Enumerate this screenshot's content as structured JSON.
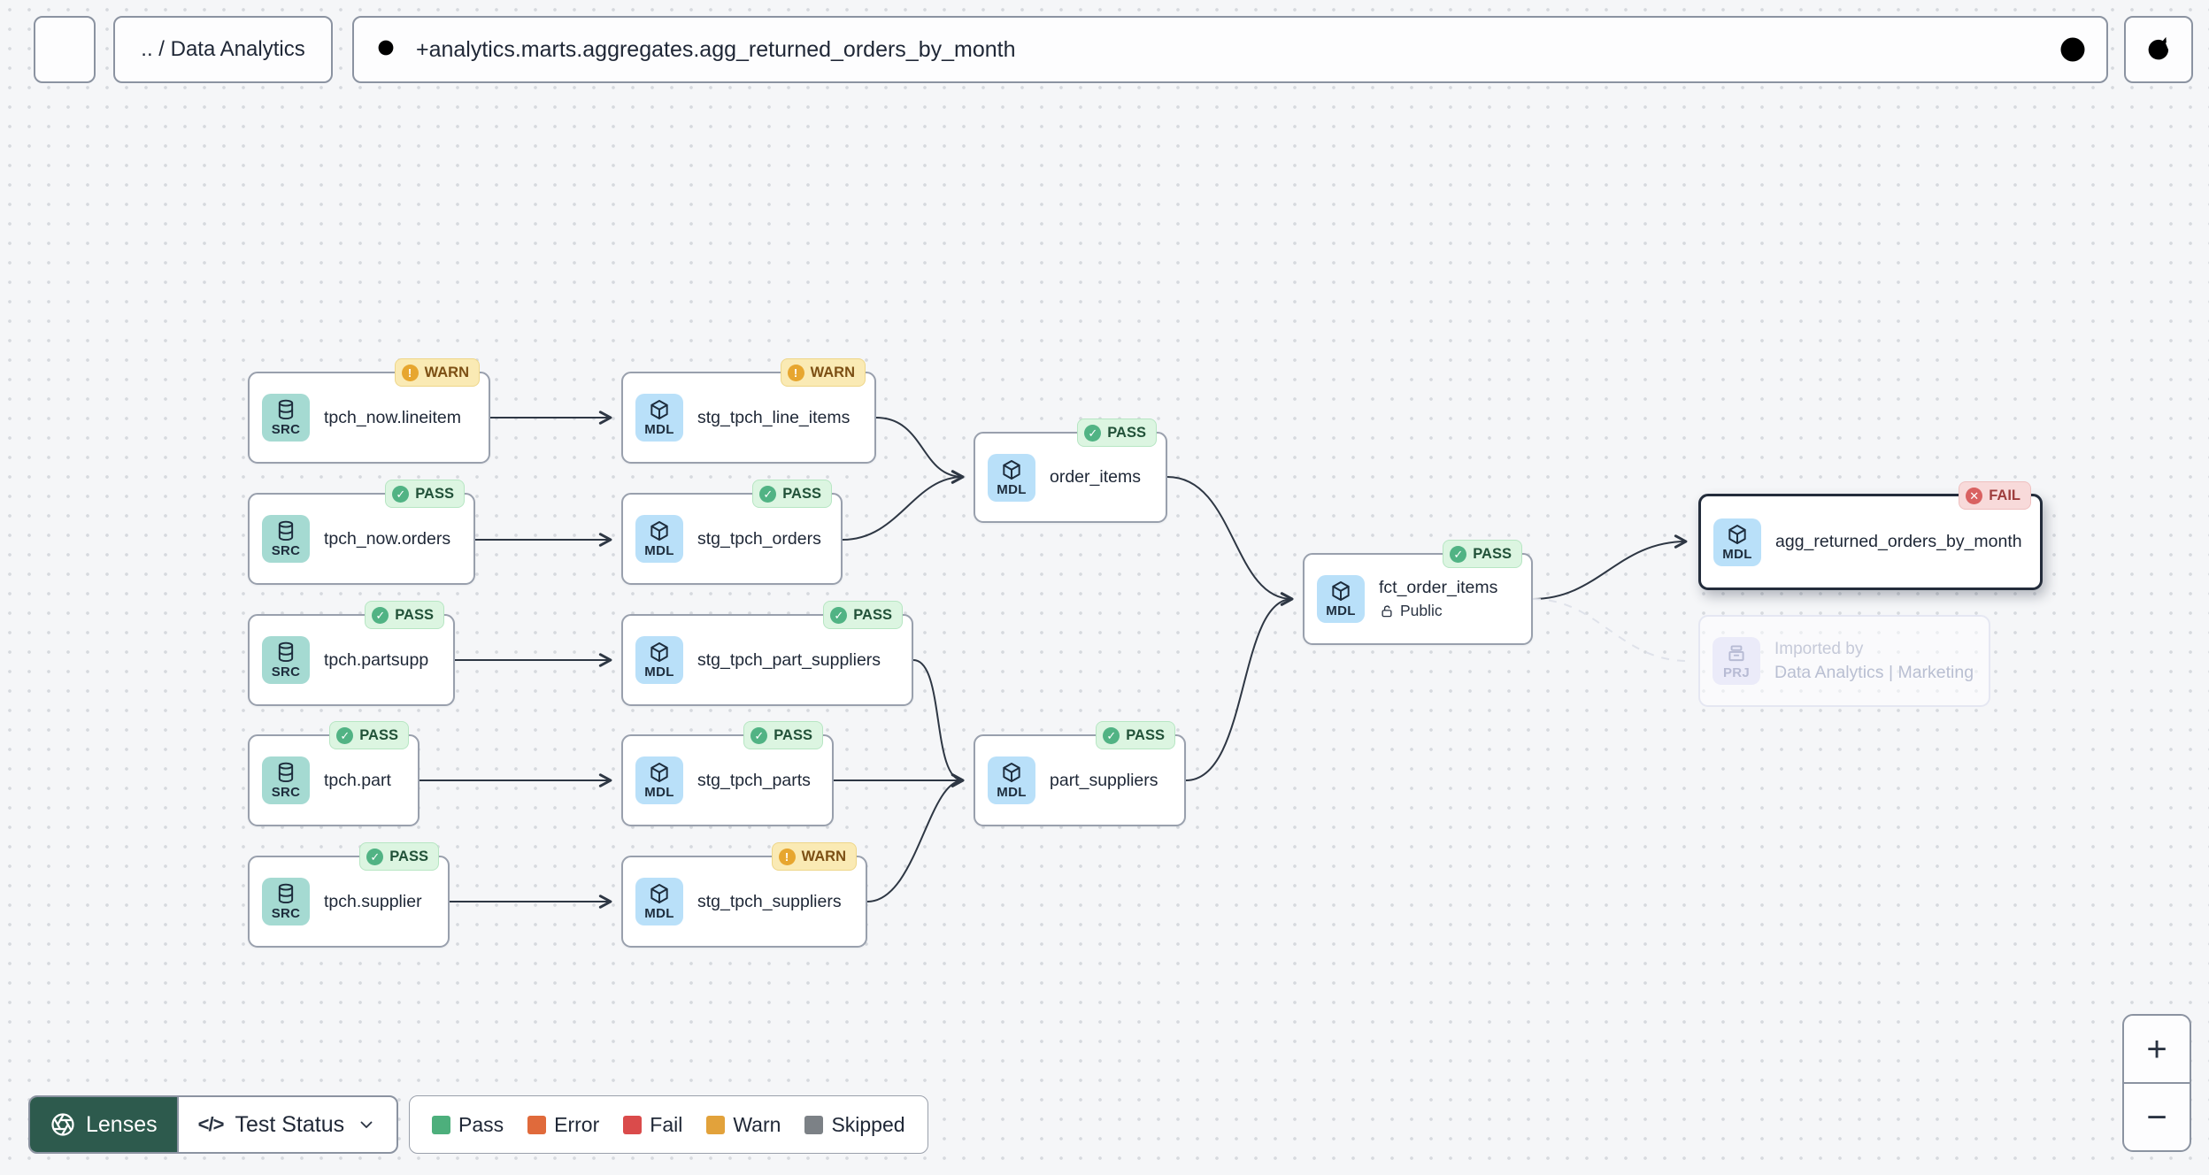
{
  "toolbar": {
    "breadcrumb": ".. / Data Analytics",
    "search": {
      "value": "+analytics.marts.aggregates.agg_returned_orders_by_month"
    }
  },
  "icons": {
    "close": "✕",
    "search": "magnifier-glass",
    "info": "ⓘ",
    "refresh": "↻",
    "database": "cylinder-stack",
    "model": "cube",
    "project": "archive-box",
    "lock_open": "open-padlock",
    "lenses": "aperture",
    "code": "</>",
    "chevron_down": "⌄",
    "zoom_in": "+",
    "zoom_out": "−",
    "pass": "✓",
    "warn": "!",
    "fail": "✕"
  },
  "nodes": [
    {
      "kind": "SRC",
      "label": "tpch_now.lineitem",
      "badge": "WARN",
      "status": "warn"
    },
    {
      "kind": "MDL",
      "label": "stg_tpch_line_items",
      "badge": "WARN",
      "status": "warn"
    },
    {
      "kind": "SRC",
      "label": "tpch_now.orders",
      "badge": "PASS",
      "status": "pass"
    },
    {
      "kind": "MDL",
      "label": "stg_tpch_orders",
      "badge": "PASS",
      "status": "pass"
    },
    {
      "kind": "MDL",
      "label": "order_items",
      "badge": "PASS",
      "status": "pass"
    },
    {
      "kind": "SRC",
      "label": "tpch.partsupp",
      "badge": "PASS",
      "status": "pass"
    },
    {
      "kind": "MDL",
      "label": "stg_tpch_part_suppliers",
      "badge": "PASS",
      "status": "pass"
    },
    {
      "kind": "SRC",
      "label": "tpch.part",
      "badge": "PASS",
      "status": "pass"
    },
    {
      "kind": "MDL",
      "label": "stg_tpch_parts",
      "badge": "PASS",
      "status": "pass"
    },
    {
      "kind": "MDL",
      "label": "part_suppliers",
      "badge": "PASS",
      "status": "pass"
    },
    {
      "kind": "SRC",
      "label": "tpch.supplier",
      "badge": "PASS",
      "status": "pass"
    },
    {
      "kind": "MDL",
      "label": "stg_tpch_suppliers",
      "badge": "WARN",
      "status": "warn"
    },
    {
      "kind": "MDL",
      "label": "fct_order_items",
      "badge": "PASS",
      "status": "pass",
      "access": "Public"
    },
    {
      "kind": "MDL",
      "label": "agg_returned_orders_by_month",
      "badge": "FAIL",
      "status": "fail",
      "selected": true
    }
  ],
  "ghost": {
    "kind": "PRJ",
    "title": "Imported by",
    "subtitle": "Data Analytics | Marketing"
  },
  "footer": {
    "lenses_label": "Lenses",
    "selector_label": "Test Status",
    "legend": [
      {
        "label": "Pass",
        "color": "#4daf7c"
      },
      {
        "label": "Error",
        "color": "#e06a3b"
      },
      {
        "label": "Fail",
        "color": "#da4b4b"
      },
      {
        "label": "Warn",
        "color": "#e2a23b"
      },
      {
        "label": "Skipped",
        "color": "#7c8186"
      }
    ]
  },
  "colors": {
    "canvas_bg": "#f5f6f8",
    "edge": "#2e3744",
    "node_border": "#99a0ad",
    "selected_border": "#232c3b",
    "src_chip": "#a5dad2",
    "mdl_chip": "#b9e0f9",
    "prj_chip": "#ebebf9",
    "pass_bg": "#dcf5e1",
    "warn_bg": "#faeab4",
    "fail_bg": "#f8dada",
    "lenses_bg": "#2d5a4d"
  }
}
